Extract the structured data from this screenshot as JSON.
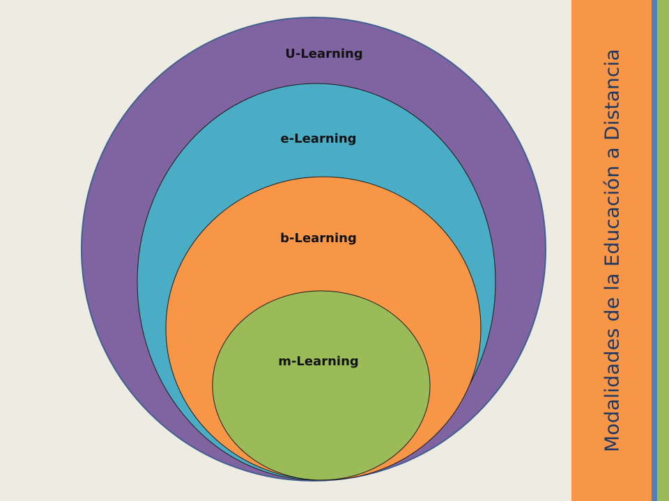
{
  "diagram": {
    "type": "nested-ellipses",
    "rings": [
      {
        "label": "U-Learning",
        "color": "#8064A2"
      },
      {
        "label": "e-Learning",
        "color": "#4BACC6"
      },
      {
        "label": "b-Learning",
        "color": "#F79646"
      },
      {
        "label": "m-Learning",
        "color": "#9BBB59"
      }
    ]
  },
  "side_panel": {
    "title": "Modalidades de la Educación a Distancia",
    "band_color": "#F79646",
    "stripe_colors": [
      "#4F81BD",
      "#9BBB59"
    ]
  }
}
